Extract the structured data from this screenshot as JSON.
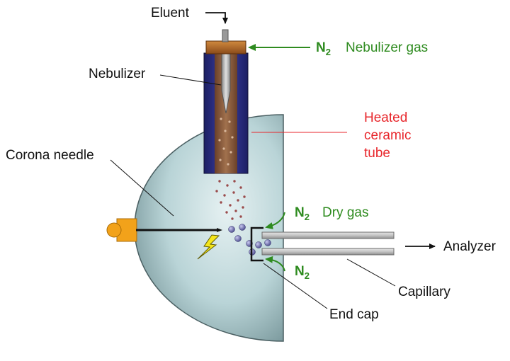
{
  "labels": {
    "eluent": "Eluent",
    "nebulizer": "Nebulizer",
    "n2_symbol": "N",
    "n2_subscript": "2",
    "nebulizer_gas": "Nebulizer gas",
    "heated_line1": "Heated",
    "heated_line2": "ceramic",
    "heated_line3": "tube",
    "corona_needle": "Corona needle",
    "dry_gas": "Dry gas",
    "analyzer": "Analyzer",
    "capillary": "Capillary",
    "end_cap": "End cap"
  },
  "colors": {
    "green": "#2e8b1f",
    "red": "#e8262b",
    "chamber": "#a9c9cc",
    "tube_blue": "#2b2f86",
    "cap_brown": "#b86b2a",
    "heated_core": "#8b5a3a",
    "needle_holder": "#f2a21a",
    "spark": "#f4e51b"
  }
}
